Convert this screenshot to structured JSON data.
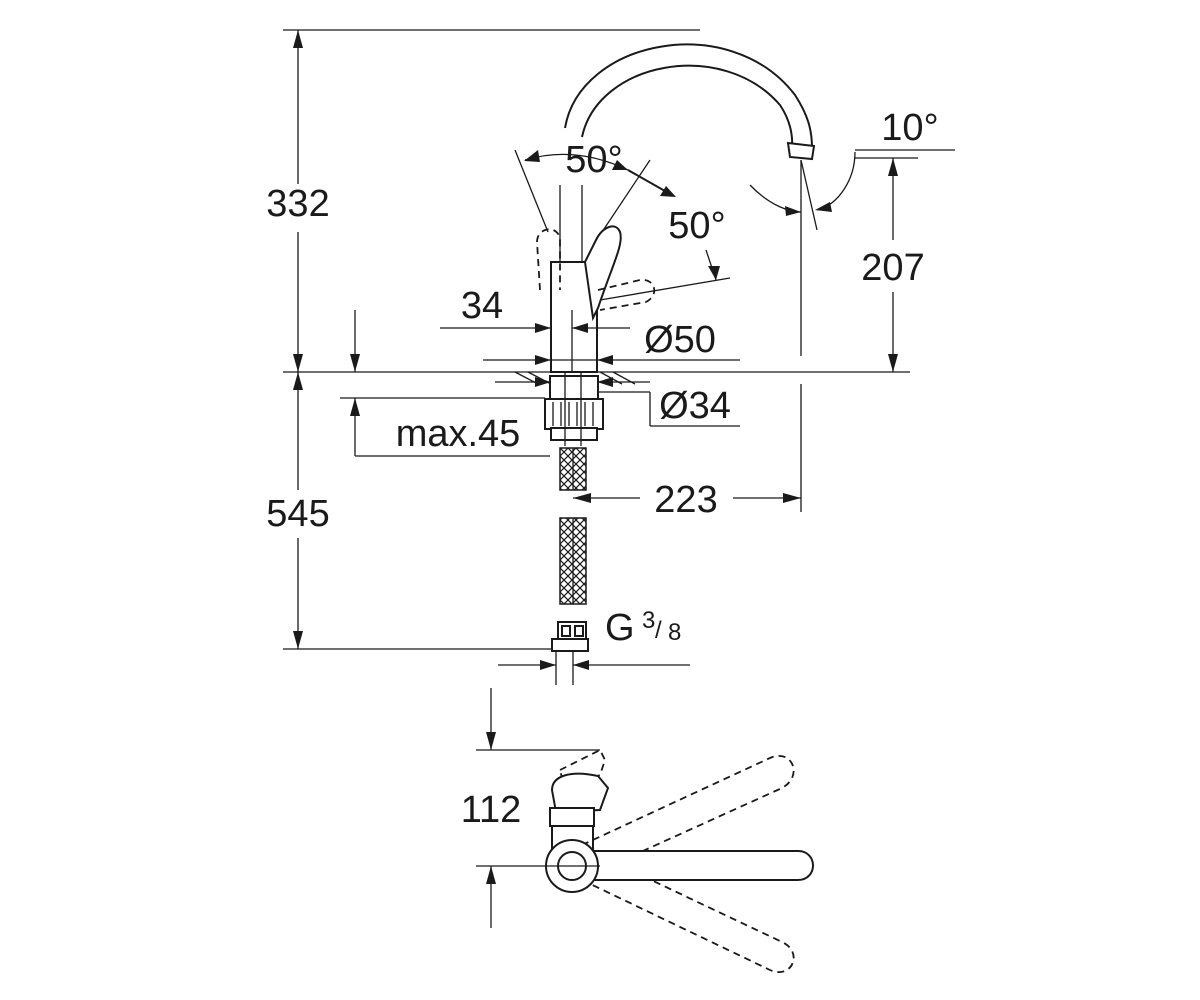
{
  "dimensions": {
    "height_above": "332",
    "height_below": "545",
    "outlet_height": "207",
    "reach": "223",
    "tilt_angle": "10°",
    "lever_angle_top": "50°",
    "lever_angle_side": "50°",
    "lever_offset": "34",
    "base_diameter": "Ø50",
    "hole_diameter": "Ø34",
    "max_deck": "max.45",
    "connection": "G",
    "connection_num": "3",
    "connection_den": "8",
    "top_view_depth": "112"
  },
  "colors": {
    "line": "#1a1a1a",
    "background": "#ffffff"
  }
}
